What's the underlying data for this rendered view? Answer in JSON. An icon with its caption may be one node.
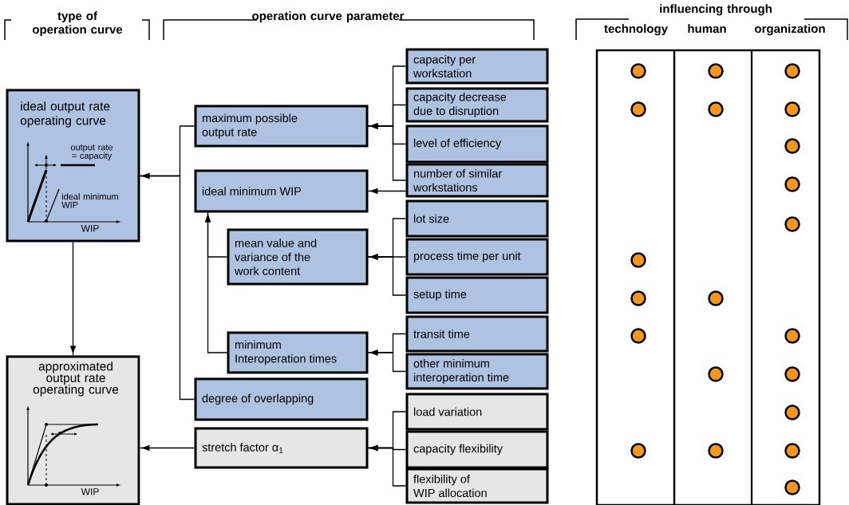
{
  "diagram": {
    "nodes": [
      {
        "text": [
          "ideal output rate operating curve",
          "output rate = capacity",
          "ideal minimum WIP",
          "WIP"
        ]
      },
      {
        "text": [
          "approximated output rate operating curve",
          "WIP"
        ]
      },
      {
        "text": [
          "maximum possible output rate"
        ]
      },
      {
        "text": [
          "ideal minimum WIP"
        ]
      },
      {
        "text": [
          "mean value and variance of the work content"
        ]
      },
      {
        "text": [
          "minimum Interoperation times"
        ]
      },
      {
        "text": [
          "degree of overlapping"
        ]
      },
      {
        "text": [
          "stretch factor α$_{1}$"
        ]
      },
      {
        "text": [
          "capacity per workstation"
        ]
      },
      {
        "text": [
          "capacity decrease due to disruption"
        ]
      },
      {
        "text": [
          "level of efficiency"
        ]
      },
      {
        "text": [
          "number of similar workstations"
        ]
      },
      {
        "text": [
          "lot size"
        ]
      },
      {
        "text": [
          "process time per unit"
        ]
      },
      {
        "text": [
          "setup time"
        ]
      },
      {
        "text": [
          "transit time"
        ]
      },
      {
        "text": [
          "other minimum interoperation time"
        ]
      },
      {
        "text": [
          "load variation"
        ]
      },
      {
        "text": [
          "capacity flexibility"
        ]
      },
      {
        "text": [
          "flexibility of WIP allocation"
        ]
      },
      {
        "text": [],
        "shape": "circle"
      },
      {
        "text": [],
        "shape": "circle"
      },
      {
        "text": [],
        "shape": "circle"
      },
      {
        "text": [],
        "shape": "circle"
      },
      {
        "text": [],
        "shape": "circle"
      },
      {
        "text": [],
        "shape": "circle"
      },
      {
        "text": [],
        "shape": "circle"
      },
      {
        "text": [],
        "shape": "circle"
      },
      {
        "text": [],
        "shape": "circle"
      },
      {
        "text": [],
        "shape": "circle"
      },
      {
        "text": [],
        "shape": "circle"
      },
      {
        "text": [],
        "shape": "circle"
      },
      {
        "text": [],
        "shape": "circle"
      },
      {
        "text": [],
        "shape": "circle"
      },
      {
        "text": [],
        "shape": "circle"
      },
      {
        "text": [],
        "shape": "circle"
      },
      {
        "text": [],
        "shape": "circle"
      },
      {
        "text": [],
        "shape": "circle"
      },
      {
        "text": [],
        "shape": "circle"
      },
      {
        "text": [],
        "shape": "circle"
      },
      {
        "text": [],
        "shape": "circle"
      }
    ],
    "edges": [
      {
        "from": 8,
        "to": 2,
        "arrow": "to"
      },
      {
        "from": 9,
        "to": 2,
        "arrow": "to"
      },
      {
        "from": 10,
        "to": 2,
        "arrow": "to"
      },
      {
        "from": 11,
        "to": 2,
        "arrow": "to"
      },
      {
        "from": 11,
        "to": 3,
        "arrow": "to"
      },
      {
        "from": 12,
        "to": 4,
        "arrow": "to"
      },
      {
        "from": 13,
        "to": 4,
        "arrow": "to"
      },
      {
        "from": 14,
        "to": 4,
        "arrow": "to"
      },
      {
        "from": 15,
        "to": 5,
        "arrow": "to"
      },
      {
        "from": 16,
        "to": 5,
        "arrow": "to"
      },
      {
        "from": 17,
        "to": 7,
        "arrow": "to"
      },
      {
        "from": 18,
        "to": 7,
        "arrow": "to"
      },
      {
        "from": 19,
        "to": 7,
        "arrow": "to"
      },
      {
        "from": 4,
        "to": 3,
        "arrow": "to"
      },
      {
        "from": 5,
        "to": 3,
        "arrow": "to"
      },
      {
        "from": 2,
        "to": 0,
        "arrow": "to"
      },
      {
        "from": 6,
        "to": 0,
        "arrow": "to"
      },
      {
        "from": 0,
        "to": 1,
        "arrow": "to"
      },
      {
        "from": 7,
        "to": 1,
        "arrow": "to"
      }
    ],
    "labels": [
      "type of operation curve",
      "operation curve parameter",
      "influencing through",
      "technology",
      "human",
      "organization"
    ]
  }
}
